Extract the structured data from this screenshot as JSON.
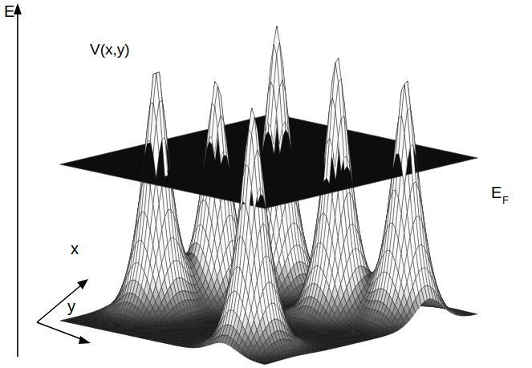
{
  "diagram": {
    "labels": [
      "E",
      "V(x,y)",
      "x",
      "y",
      "E",
      "F"
    ]
  }
}
